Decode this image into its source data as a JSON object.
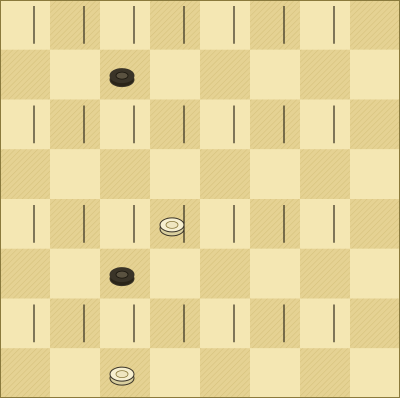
{
  "game": {
    "type": "checkers",
    "board_size": 8,
    "colors": {
      "light_square": "#f4e7b3",
      "dark_square": "#e5d293",
      "hatch": "#c9b46a",
      "border": "#8a7a3d",
      "black_piece": "#3a3428",
      "white_piece": "#f6efd0"
    },
    "pieces": [
      {
        "id": "black-1",
        "color": "black",
        "row": 1,
        "col": 2
      },
      {
        "id": "white-1",
        "color": "white",
        "row": 4,
        "col": 3
      },
      {
        "id": "black-2",
        "color": "black",
        "row": 5,
        "col": 2
      },
      {
        "id": "white-2",
        "color": "white",
        "row": 7,
        "col": 2
      }
    ]
  }
}
